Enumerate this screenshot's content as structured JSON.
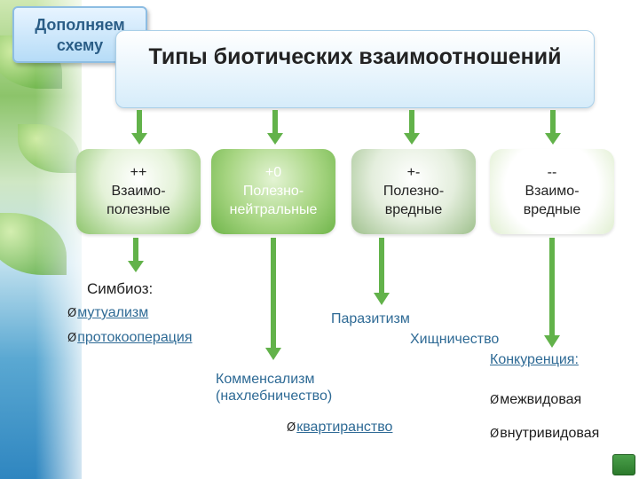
{
  "badge": "Дополняем схему",
  "title": "Типы биотических взаимоотношений",
  "types": [
    {
      "sign": "++",
      "line1": "Взаимо-",
      "line2": "полезные"
    },
    {
      "sign": "+0",
      "line1": "Полезно-",
      "line2": "нейтральные"
    },
    {
      "sign": "+-",
      "line1": "Полезно-",
      "line2": "вредные"
    },
    {
      "sign": "--",
      "line1": "Взаимо-",
      "line2": "вредные"
    }
  ],
  "symbiosis": {
    "heading": "Симбиоз:",
    "items": [
      "мутуализм",
      "протокооперация"
    ]
  },
  "commensalism": {
    "line1": "Комменсализм",
    "line2": "(нахлебничество)",
    "item": "квартиранство"
  },
  "harmful": {
    "parasitism": "Паразитизм",
    "predation": "Хищничество"
  },
  "competition": {
    "heading": "Конкуренция:",
    "items": [
      "межвидовая",
      "внутривидовая"
    ]
  },
  "bullet": "Ø",
  "colors": {
    "arrow": "#62b24a",
    "link": "#2e6a95",
    "title_bg": "#d6ecfa",
    "badge_text": "#2a5d86"
  }
}
